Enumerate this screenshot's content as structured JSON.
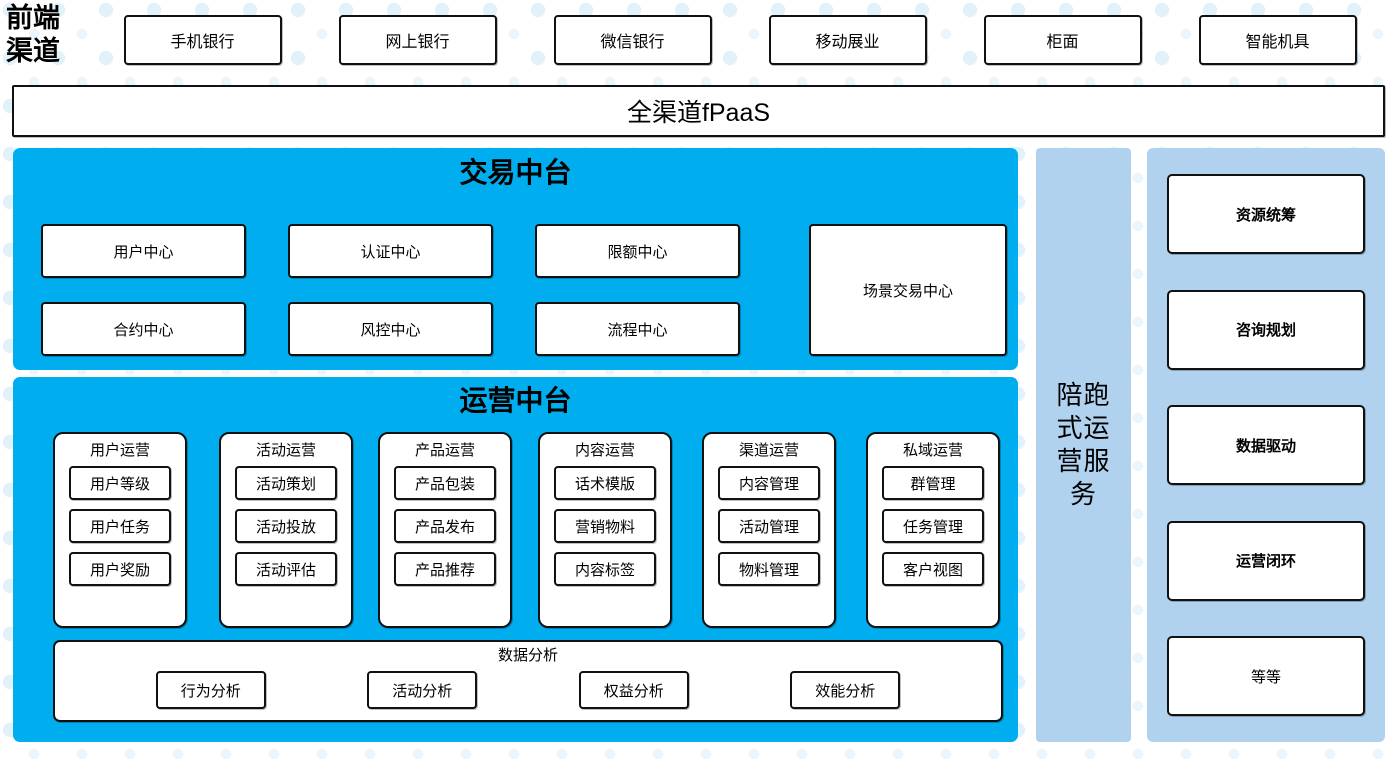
{
  "colors": {
    "cyan_panel": "#00AEEF",
    "light_blue_panel": "#B0D2EF",
    "box_border": "#111111",
    "background_dot": "#E2F2FB"
  },
  "channel": {
    "label": "前端\n渠道",
    "label_line1": "前端",
    "label_line2": "渠道",
    "items": [
      {
        "label": "手机银行"
      },
      {
        "label": "网上银行"
      },
      {
        "label": "微信银行"
      },
      {
        "label": "移动展业"
      },
      {
        "label": "柜面"
      },
      {
        "label": "智能机具"
      }
    ]
  },
  "fpaas": {
    "label": "全渠道fPaaS"
  },
  "trade_platform": {
    "title": "交易中台",
    "columns": [
      {
        "items": [
          "用户中心",
          "合约中心"
        ]
      },
      {
        "items": [
          "认证中心",
          "风控中心"
        ]
      },
      {
        "items": [
          "限额中心",
          "流程中心"
        ]
      }
    ],
    "scene_box": "场景交易中心"
  },
  "ops_platform": {
    "title": "运营中台",
    "columns": [
      {
        "head": "用户运营",
        "items": [
          "用户等级",
          "用户任务",
          "用户奖励"
        ]
      },
      {
        "head": "活动运营",
        "items": [
          "活动策划",
          "活动投放",
          "活动评估"
        ]
      },
      {
        "head": "产品运营",
        "items": [
          "产品包装",
          "产品发布",
          "产品推荐"
        ]
      },
      {
        "head": "内容运营",
        "items": [
          "话术模版",
          "营销物料",
          "内容标签"
        ]
      },
      {
        "head": "渠道运营",
        "items": [
          "内容管理",
          "活动管理",
          "物料管理"
        ]
      },
      {
        "head": "私域运营",
        "items": [
          "群管理",
          "任务管理",
          "客户视图"
        ]
      }
    ],
    "analytics": {
      "title": "数据分析",
      "items": [
        "行为分析",
        "活动分析",
        "权益分析",
        "效能分析"
      ]
    }
  },
  "companion_service": {
    "label": "陪跑式运营服务"
  },
  "services": {
    "items": [
      {
        "label": "资源统筹",
        "bold": true
      },
      {
        "label": "咨询规划",
        "bold": true
      },
      {
        "label": "数据驱动",
        "bold": true
      },
      {
        "label": "运营闭环",
        "bold": true
      },
      {
        "label": "等等",
        "bold": false
      }
    ]
  }
}
